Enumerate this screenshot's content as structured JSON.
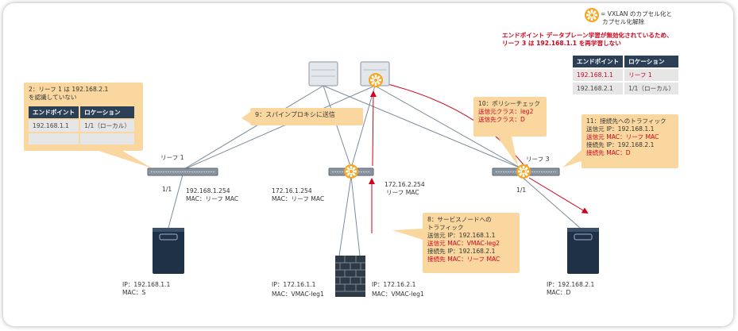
{
  "legend": {
    "line1": "= VXLAN のカプセル化と",
    "line2": "カプセル化解除"
  },
  "note": {
    "line1": "エンドポイント データプレーン学習が無効化されているため、",
    "line2": "リーフ 3 は 192.168.1.1 を再学習しない"
  },
  "leaf3_table": {
    "headers": [
      "エンドポイント",
      "ロケーション"
    ],
    "rows": [
      [
        "192.168.1.1",
        "リーフ 1"
      ],
      [
        "192.168.2.1",
        "1/1（ローカル）"
      ]
    ]
  },
  "leaf1_callout": {
    "line1": "2：リーフ 1 は 192.168.2.1",
    "line2": "を認識していない",
    "headers": [
      "エンドポイント",
      "ロケーション"
    ],
    "rows": [
      [
        "192.168.1.1",
        "1/1（ローカル）"
      ],
      [
        "",
        ""
      ]
    ]
  },
  "spine_callout": "9：スパインプロキシに送信",
  "policy_callout": {
    "line1": "10：ポリシーチェック",
    "line2": "送信元クラス：leg2",
    "line3": "送信先クラス：D"
  },
  "leaf3_traffic": {
    "title": "11：接続先へのトラフィック",
    "src_ip": "送信元 IP：192.168.1.1",
    "src_mac": "送信元 MAC：リーフ MAC",
    "dst_ip": "接続先 IP：192.168.2.1",
    "dst_mac": "接続先 MAC：D"
  },
  "service_callout": {
    "line1": "8：サービスノードへの",
    "line2": "トラフィック",
    "src_ip": "送信元 IP：192.168.1.1",
    "src_mac": "送信元 MAC：VMAC-leg2",
    "dst_ip": "接続先 IP：192.168.2.1",
    "dst_mac": "接続先 MAC：リーフ MAC"
  },
  "leaf1": {
    "name": "リーフ 1",
    "port": "1/1",
    "ip": "192.168.1.254",
    "mac": "MAC：リーフ MAC"
  },
  "leaf2": {
    "ip1": "172.16.1.254",
    "mac1": "MAC：リーフ MAC",
    "ip2": "172.16.2.254",
    "mac2": "リーフ MAC"
  },
  "leaf3": {
    "name": "リーフ 3",
    "port": "1/1"
  },
  "server_s": {
    "ip": "IP：192.168.1.1",
    "mac": "MAC：S"
  },
  "server_d": {
    "ip": "IP：192.168.2.1",
    "mac": "MAC：D"
  },
  "firewall": {
    "ip1": "IP：172.16.1.1",
    "mac1": "MAC：VMAC-leg1",
    "ip2": "IP：172.16.2.1",
    "mac2": "MAC：VMAC-leg1"
  },
  "colors": {
    "accent_red": "#d0021b",
    "callout": "#fbd7a0",
    "table_header": "#2b3f56",
    "vxlan_icon": "#f5a623"
  }
}
